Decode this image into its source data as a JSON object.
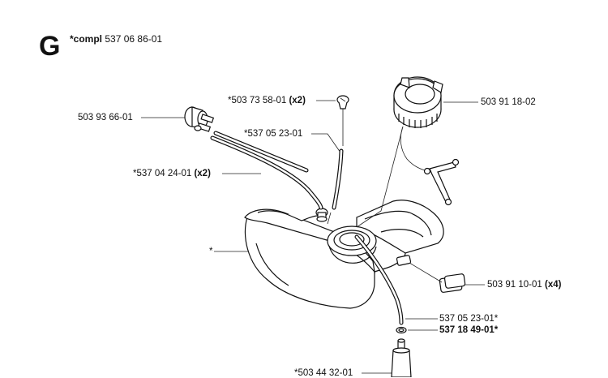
{
  "section_letter": "G",
  "compl": {
    "prefix": "*compl",
    "number": "537 06 86-01"
  },
  "labels": {
    "screw": {
      "text": "*503 73 58-01 ",
      "qty": "(x2)"
    },
    "connector": {
      "text": "503 93 66-01",
      "qty": ""
    },
    "hose_top": {
      "text": "*537 05 23-01",
      "qty": ""
    },
    "hose_pair": {
      "text": "*537 04 24-01 ",
      "qty": "(x2)"
    },
    "tank": {
      "text": "*",
      "qty": ""
    },
    "cap": {
      "text": "503 91 18-02",
      "qty": ""
    },
    "damper": {
      "text": "503 91 10-01 ",
      "qty": "(x4)"
    },
    "hose_bottom": {
      "text": "537 05 23-01*",
      "qty": ""
    },
    "ring": {
      "text": "537 18 49-01*",
      "qty": ""
    },
    "filter": {
      "text": "*503 44 32-01",
      "qty": ""
    }
  }
}
